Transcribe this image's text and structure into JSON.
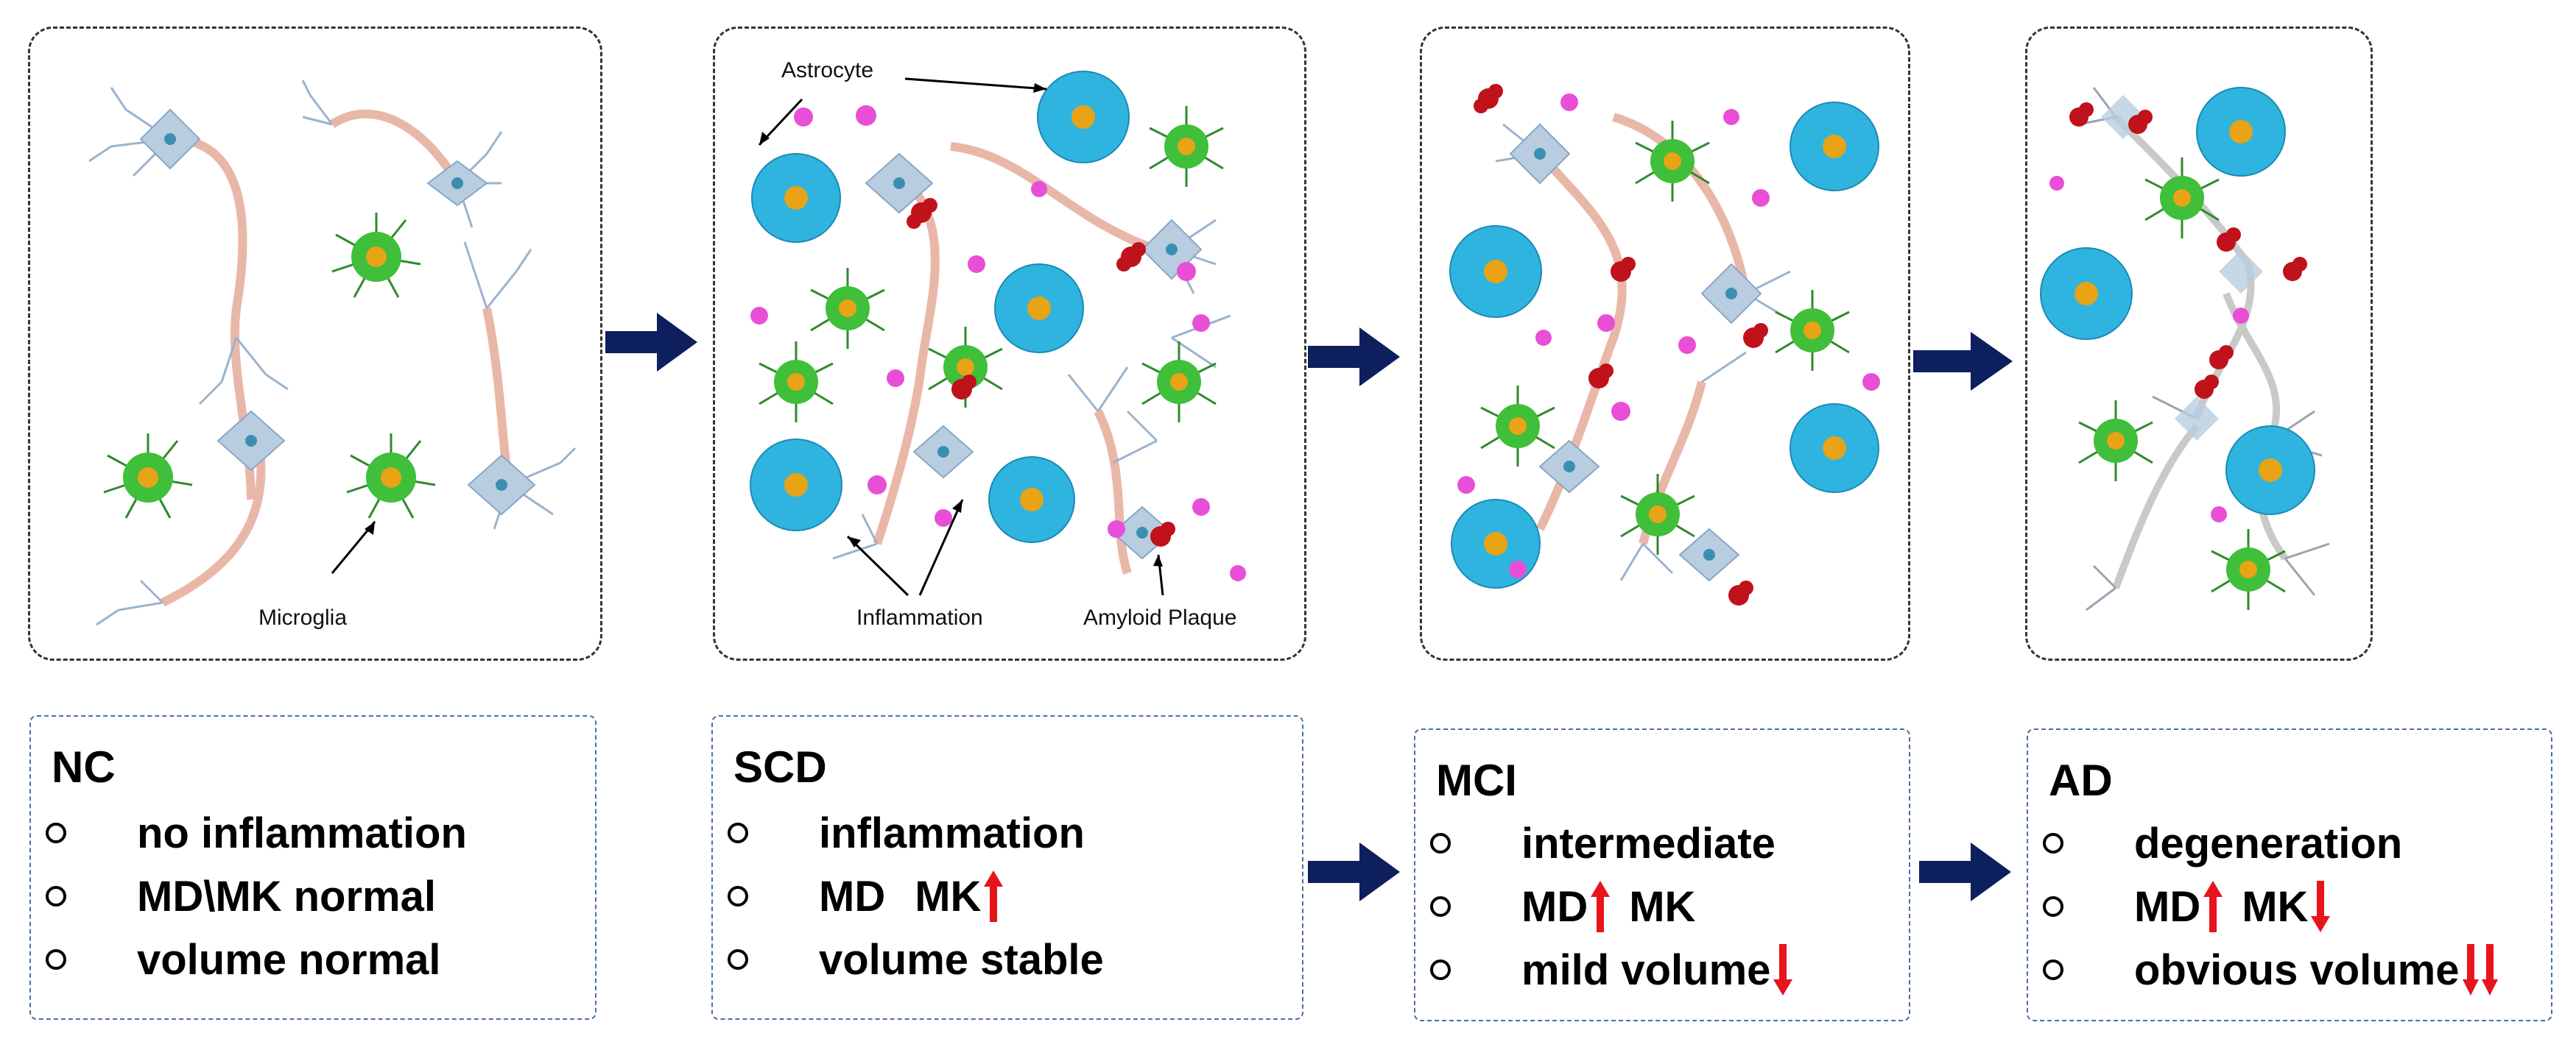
{
  "labels": {
    "astrocyte": "Astrocyte",
    "microglia": "Microglia",
    "inflammation": "Inflammation",
    "amyloid_plaque": "Amyloid Plaque"
  },
  "stages": [
    {
      "title": "NC",
      "items": [
        "no inflammation",
        "MD\\MK normal",
        "volume normal"
      ]
    },
    {
      "title": "SCD",
      "items": [
        "inflammation",
        "MD",
        "MK",
        "volume stable"
      ]
    },
    {
      "title": "MCI",
      "items": [
        "intermediate",
        "MD",
        "MK",
        "mild volume"
      ]
    },
    {
      "title": "AD",
      "items": [
        "degeneration",
        "MD",
        "MK",
        "obvious volume"
      ]
    }
  ],
  "colors": {
    "flow_arrow": "#0d1f5c",
    "change_arrow": "#e8141b",
    "astrocyte": "#2fb4e0",
    "microglia": "#3fbf3a",
    "neuron": "#b8cde0",
    "amyloid": "#c0121b",
    "inflammation": "#e94fd6"
  }
}
